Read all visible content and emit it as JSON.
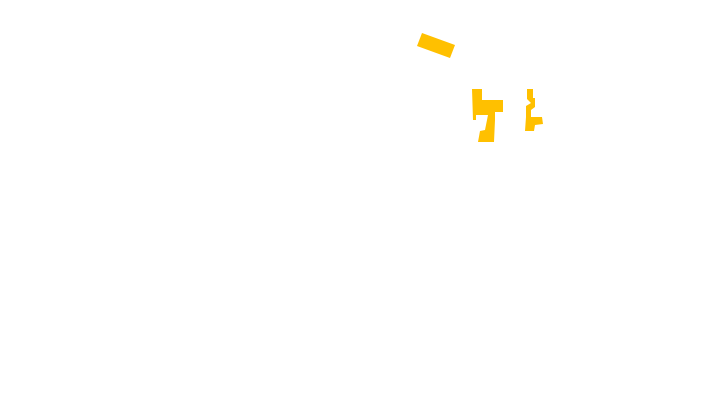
{
  "background_color": "#ffffff",
  "shape_color": "#ffc000",
  "shapes": [
    {
      "name": "dash-stroke-shape"
    },
    {
      "name": "glyph-left-shape"
    },
    {
      "name": "glyph-right-shape"
    }
  ]
}
